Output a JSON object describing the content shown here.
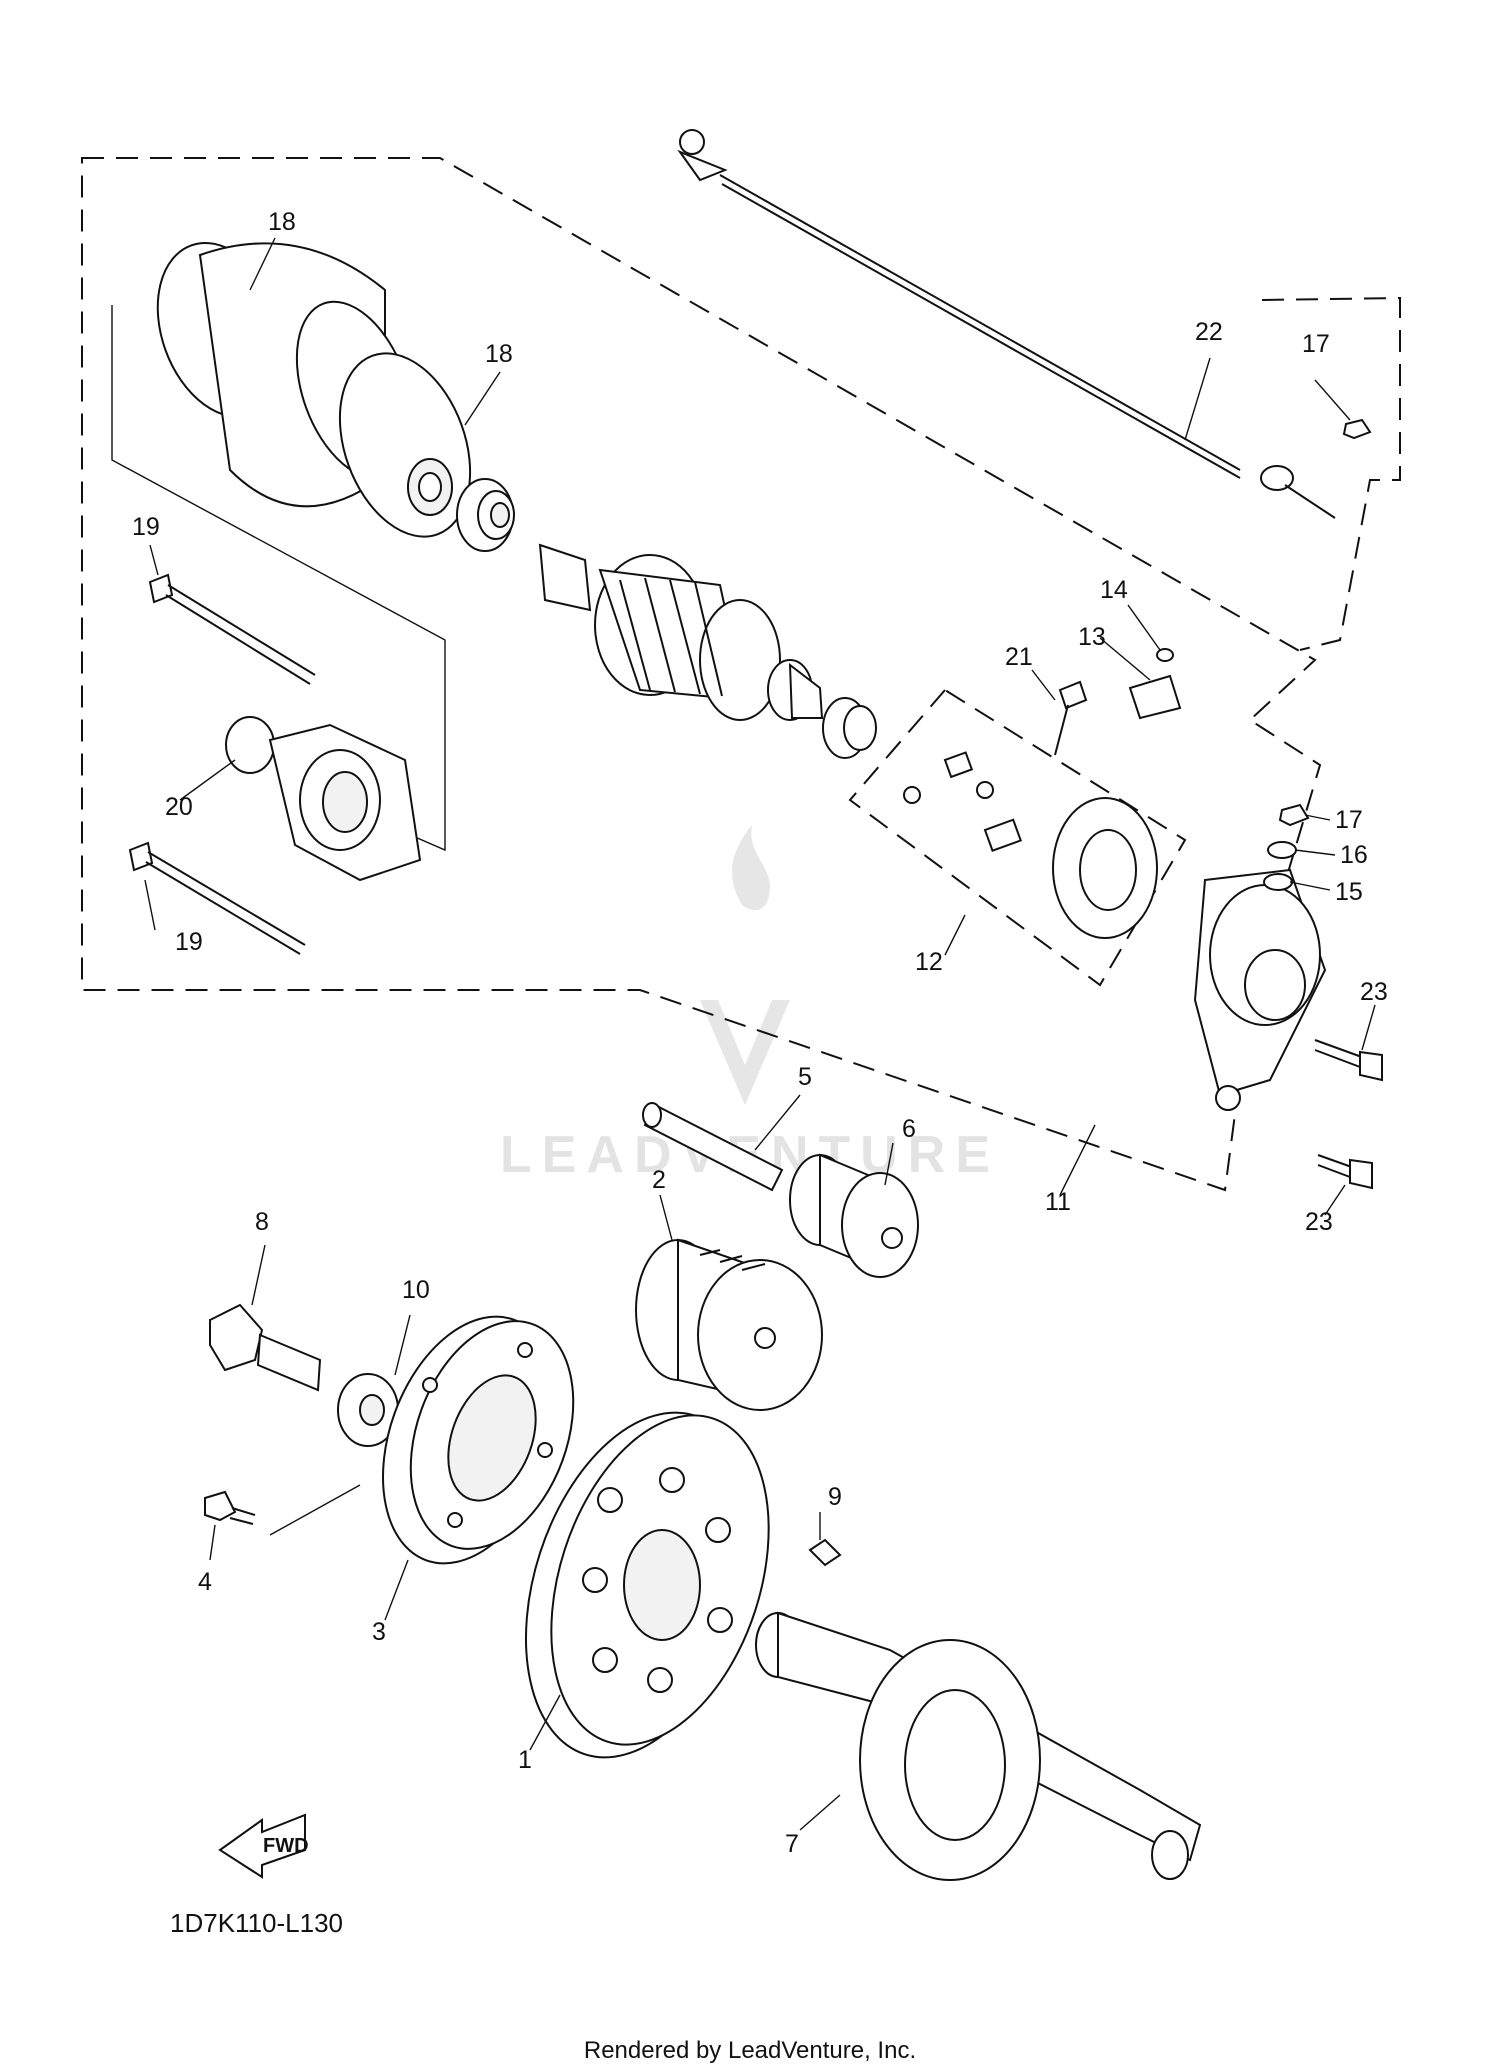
{
  "diagram": {
    "code": "1D7K110-L130",
    "footer": "Rendered by LeadVenture, Inc.",
    "watermark": "LEADVENTURE",
    "direction_label": "FWD",
    "icons": [
      "fwd-arrow-icon",
      "leadventure-logo-icon"
    ],
    "callouts": {
      "c1": "1",
      "c2": "2",
      "c3": "3",
      "c4": "4",
      "c5": "5",
      "c6": "6",
      "c7": "7",
      "c8": "8",
      "c9": "9",
      "c10": "10",
      "c11": "11",
      "c12": "12",
      "c13": "13",
      "c14": "14",
      "c15": "15",
      "c16": "16",
      "c17a": "17",
      "c17b": "17",
      "c18a": "18",
      "c18b": "18",
      "c19a": "19",
      "c19b": "19",
      "c20": "20",
      "c21": "21",
      "c22": "22",
      "c23a": "23",
      "c23b": "23"
    }
  }
}
